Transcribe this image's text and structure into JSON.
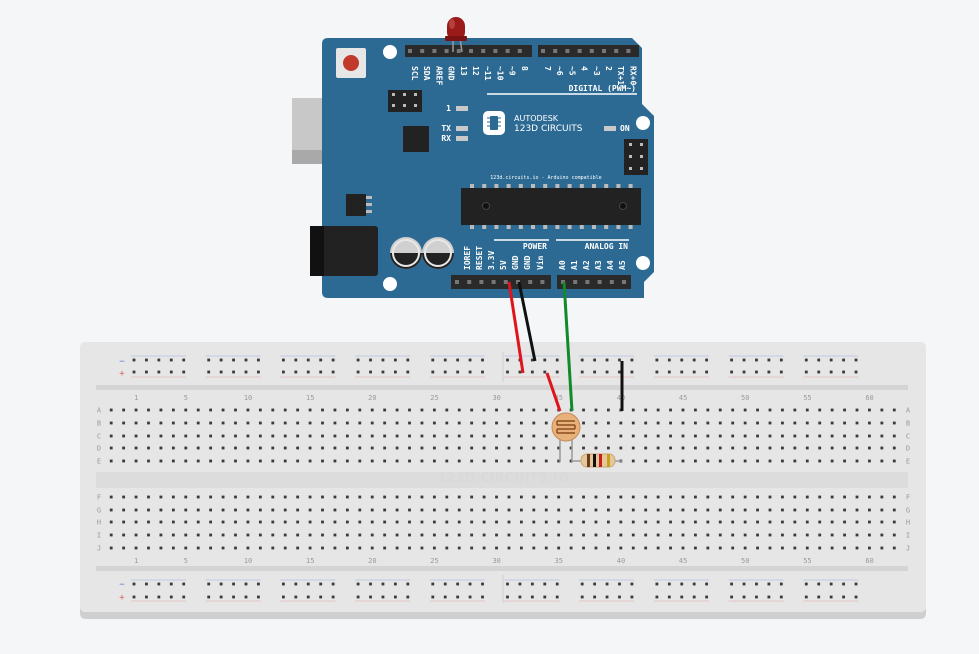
{
  "arduino": {
    "brand_line1": "AUTODESK",
    "brand_line2": "123D CIRCUITS",
    "compat_text": "123d.circuits.io - Arduino compatible",
    "on_label": "ON",
    "led_l_label": "1",
    "tx_label": "TX",
    "rx_label": "RX",
    "digital_header": "DIGITAL (PWM~)",
    "power_header": "POWER",
    "analog_header": "ANALOG IN",
    "top_pin_labels": [
      "SCL",
      "SDA",
      "AREF",
      "GND",
      "13",
      "12",
      "~11",
      "~10",
      "~9",
      "8",
      "7",
      "~6",
      "~5",
      "4",
      "~3",
      "2",
      "TX+1",
      "RX+0"
    ],
    "bottom_pin_labels": [
      "IOREF",
      "RESET",
      "3.3V",
      "5V",
      "GND",
      "GND",
      "Vin",
      "A0",
      "A1",
      "A2",
      "A3",
      "A4",
      "A5"
    ],
    "colors": {
      "board": "#2c6a93",
      "accent": "#ffffff"
    }
  },
  "breadboard": {
    "watermark": "123D.CIRCUITS.IO",
    "row_letters_top": [
      "A",
      "B",
      "C",
      "D",
      "E"
    ],
    "row_letters_bottom": [
      "F",
      "G",
      "H",
      "I",
      "J"
    ],
    "column_numbers": [
      "1",
      "5",
      "10",
      "15",
      "20",
      "25",
      "30",
      "35",
      "40",
      "45",
      "50",
      "55",
      "60"
    ],
    "rail_minus": "−",
    "rail_plus": "+"
  },
  "components": [
    {
      "name": "photoresistor",
      "type": "LDR"
    },
    {
      "name": "resistor",
      "type": "Resistor"
    },
    {
      "name": "led",
      "type": "LED",
      "color": "#9b1b1b"
    }
  ],
  "wires": [
    {
      "from": "5V",
      "to": "breadboard",
      "color": "#e0151c"
    },
    {
      "from": "GND",
      "to": "breadboard",
      "color": "#111111"
    },
    {
      "from": "A0",
      "to": "photoresistor",
      "color": "#118a2a"
    },
    {
      "from": "breadboard-ground-rail",
      "to": "resistor",
      "color": "#111111"
    }
  ]
}
